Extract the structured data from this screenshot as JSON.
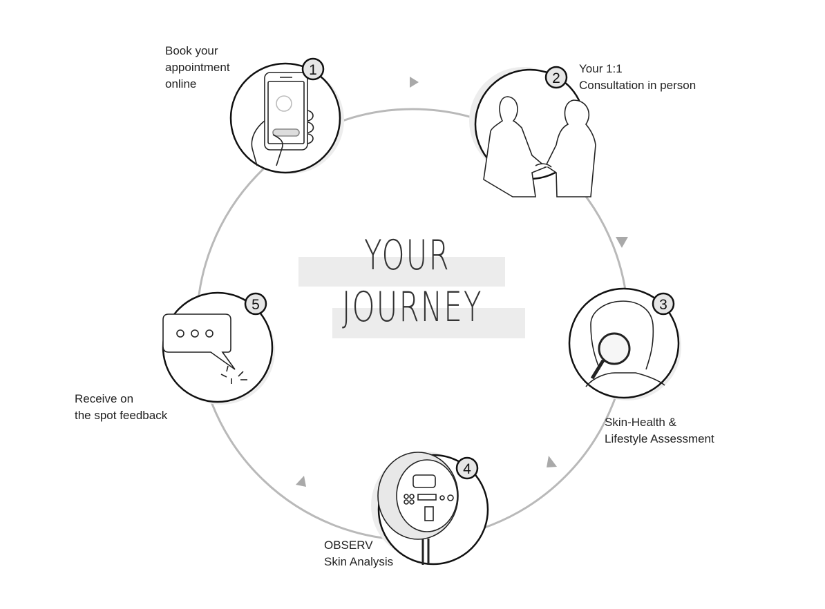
{
  "title": {
    "line1": "YOUR",
    "line2": "JOURNEY"
  },
  "steps": [
    {
      "number": "1",
      "lines": [
        "Book your",
        "appointment",
        "online"
      ],
      "icon": "phone-booking-icon"
    },
    {
      "number": "2",
      "lines": [
        "Your 1:1",
        "Consultation in person"
      ],
      "icon": "handshake-icon"
    },
    {
      "number": "3",
      "lines": [
        "Skin-Health &",
        "Lifestyle Assessment"
      ],
      "icon": "magnifier-face-icon"
    },
    {
      "number": "4",
      "lines": [
        "OBSERV",
        "Skin Analysis"
      ],
      "icon": "skin-analysis-device-icon"
    },
    {
      "number": "5",
      "lines": [
        "Receive on",
        "the spot feedback"
      ],
      "icon": "speech-bubble-icon"
    }
  ],
  "colors": {
    "ring": "#b9b9b9",
    "badge_fill": "#e6e6e6",
    "line": "#111111",
    "band": "#ececec"
  }
}
